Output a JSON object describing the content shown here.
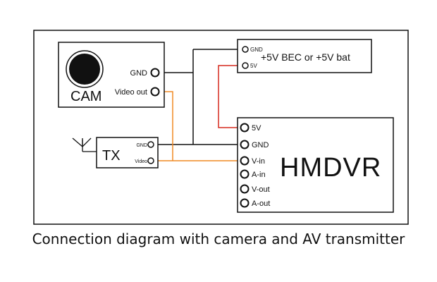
{
  "camera": {
    "label": "CAM",
    "pins": {
      "gnd": "GND",
      "video_out": "Video out"
    }
  },
  "power": {
    "label": "+5V BEC or +5V bat",
    "pins": {
      "gnd": "GND",
      "v5": "5V"
    }
  },
  "transmitter": {
    "label": "TX",
    "pins": {
      "gnd": "GND",
      "video": "Video"
    }
  },
  "hmdvr": {
    "label": "HMDVR",
    "pins": {
      "v5": "5V",
      "gnd": "GND",
      "v_in": "V-in",
      "a_in": "A-in",
      "v_out": "V-out",
      "a_out": "A-out"
    }
  },
  "caption": "Connection diagram with camera and AV transmitter",
  "colors": {
    "ground_wire": "#111111",
    "power_wire": "#d62a1e",
    "video_wire": "#f08a24"
  }
}
